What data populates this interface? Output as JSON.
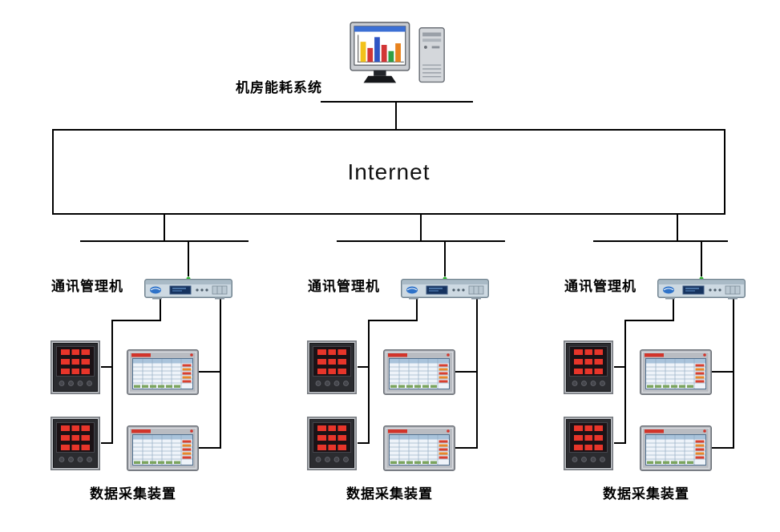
{
  "page": {
    "background": "#ffffff",
    "line_color": "#000000"
  },
  "header": {
    "system_label": "机房能耗系统"
  },
  "internet": {
    "label": "Internet"
  },
  "groups": [
    {
      "manager_label": "通讯管理机",
      "collector_label": "数据采集装置"
    },
    {
      "manager_label": "通讯管理机",
      "collector_label": "数据采集装置"
    },
    {
      "manager_label": "通讯管理机",
      "collector_label": "数据采集装置"
    }
  ],
  "icons": {
    "computer": "desktop-computer-icon",
    "manager": "comm-manager-device-icon",
    "meter": "power-meter-icon",
    "panel": "touch-panel-icon"
  },
  "colors": {
    "connector": "#000000",
    "meter_digits": "#e8352a",
    "panel_accent": "#d2342a",
    "comm_screen": "#16335f",
    "led": "#2db82d"
  }
}
